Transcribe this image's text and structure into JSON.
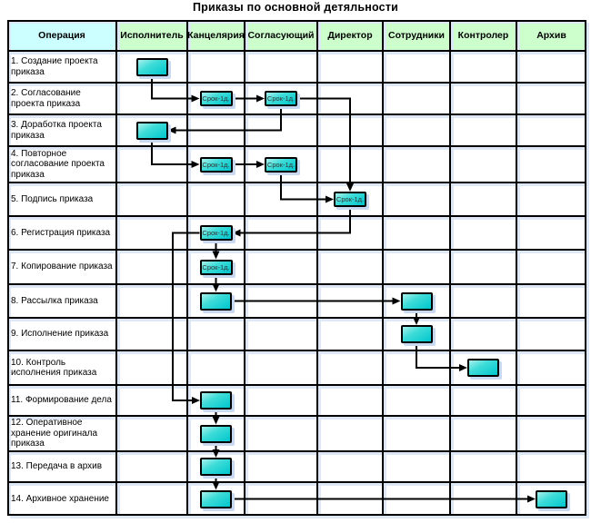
{
  "title": "Приказы по основной детяльности",
  "colors": {
    "header_operation_bg": "#ccffff",
    "header_bg": "#ccffcc",
    "cell_bg": "#ffffff",
    "box_fill": "#00c6cd",
    "box_fill_light": "#aaf0ec",
    "line": "#000000",
    "shadow": "#dde7f6"
  },
  "table": {
    "columns": [
      "Операция",
      "Исполнитель",
      "Канцелярия",
      "Согласующий",
      "Директор",
      "Сотрудники",
      "Контролер",
      "Архив"
    ],
    "rows": [
      "1. Создание проекта приказа",
      "2. Согласование проекта приказа",
      "3. Доработка проекта приказа",
      "4. Повторное согласование проекта приказа",
      "5. Подпись приказа",
      "6. Регистрация приказа",
      "7. Копирование приказа",
      "8. Рассылка приказа",
      "9. Исполнение приказа",
      "10. Контроль исполнения приказа",
      "11. Формирование дела",
      "12. Оперативное хранение оригинала приказа",
      "13. Передача в архив",
      "14. Архивное хранение"
    ]
  },
  "diagram": {
    "boxes": [
      {
        "row": 0,
        "col": 1,
        "label": ""
      },
      {
        "row": 1,
        "col": 2,
        "label": "Срок-1д."
      },
      {
        "row": 1,
        "col": 3,
        "label": "Срок-1д."
      },
      {
        "row": 2,
        "col": 1,
        "label": ""
      },
      {
        "row": 3,
        "col": 2,
        "label": "Срок-1д."
      },
      {
        "row": 3,
        "col": 3,
        "label": "Срок-1д."
      },
      {
        "row": 4,
        "col": 4,
        "label": "Срок-1д."
      },
      {
        "row": 5,
        "col": 2,
        "label": "Срок-1д."
      },
      {
        "row": 6,
        "col": 2,
        "label": "Срок-1д."
      },
      {
        "row": 7,
        "col": 2,
        "label": ""
      },
      {
        "row": 7,
        "col": 5,
        "label": ""
      },
      {
        "row": 8,
        "col": 5,
        "label": ""
      },
      {
        "row": 9,
        "col": 6,
        "label": ""
      },
      {
        "row": 10,
        "col": 2,
        "label": ""
      },
      {
        "row": 11,
        "col": 2,
        "label": ""
      },
      {
        "row": 12,
        "col": 2,
        "label": ""
      },
      {
        "row": 13,
        "col": 2,
        "label": ""
      },
      {
        "row": 13,
        "col": 7,
        "label": ""
      }
    ],
    "connectors": [
      {
        "from": 0,
        "to": 1,
        "route": "down-right"
      },
      {
        "from": 1,
        "to": 2,
        "route": "right"
      },
      {
        "from": 2,
        "to": 6,
        "route": "right-down"
      },
      {
        "from": 2,
        "to": 3,
        "route": "down-left"
      },
      {
        "from": 3,
        "to": 4,
        "route": "down-right"
      },
      {
        "from": 4,
        "to": 5,
        "route": "right"
      },
      {
        "from": 5,
        "to": 6,
        "route": "down-right"
      },
      {
        "from": 6,
        "to": 7,
        "route": "down-left"
      },
      {
        "from": 7,
        "to": 8,
        "route": "down"
      },
      {
        "from": 7,
        "to": 13,
        "route": "left-down-right"
      },
      {
        "from": 8,
        "to": 9,
        "route": "down"
      },
      {
        "from": 9,
        "to": 10,
        "route": "right"
      },
      {
        "from": 10,
        "to": 11,
        "route": "down"
      },
      {
        "from": 11,
        "to": 12,
        "route": "down-right"
      },
      {
        "from": 13,
        "to": 14,
        "route": "down"
      },
      {
        "from": 14,
        "to": 15,
        "route": "down"
      },
      {
        "from": 15,
        "to": 16,
        "route": "down"
      },
      {
        "from": 16,
        "to": 17,
        "route": "right"
      }
    ]
  }
}
